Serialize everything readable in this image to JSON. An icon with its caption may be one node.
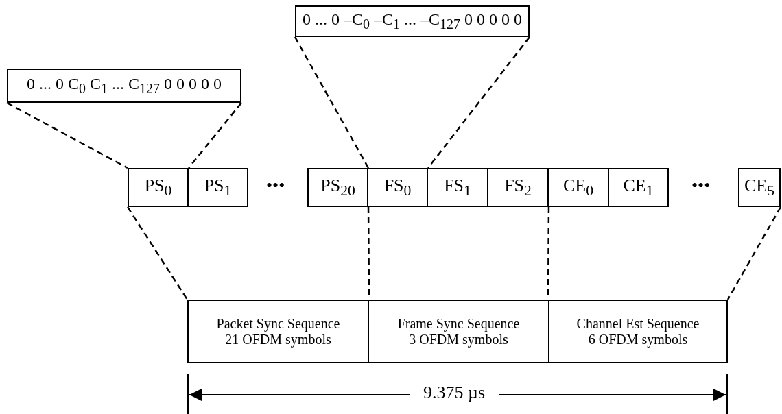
{
  "diagram": {
    "nodes": [
      {
        "text": [
          "0 ... 0 C$_{0}$ C$_{1}$ ... C$_{127}$ 0 0 0 0 0"
        ]
      },
      {
        "text": [
          "0 ... 0 –C$_{0}$ –C$_{1}$ ... –C$_{127}$ 0 0 0 0 0"
        ]
      },
      {
        "text": [
          "PS$_{0}$"
        ]
      },
      {
        "text": [
          "PS$_{1}$"
        ]
      },
      {
        "text": [
          "PS$_{20}$"
        ]
      },
      {
        "text": [
          "FS$_{0}$"
        ]
      },
      {
        "text": [
          "FS$_{1}$"
        ]
      },
      {
        "text": [
          "FS$_{2}$"
        ]
      },
      {
        "text": [
          "CE$_{0}$"
        ]
      },
      {
        "text": [
          "CE$_{1}$"
        ]
      },
      {
        "text": [
          "CE$_{5}$"
        ]
      },
      {
        "text": [
          "Packet Sync Sequence",
          "21 OFDM symbols"
        ]
      },
      {
        "text": [
          "Frame Sync Sequence",
          "3 OFDM symbols"
        ]
      },
      {
        "text": [
          "Channel Est Sequence",
          "6 OFDM symbols"
        ]
      }
    ],
    "edges": [
      {
        "from": 0,
        "to": 2,
        "arrow": "none",
        "style": "dashed"
      },
      {
        "from": 0,
        "to": 2,
        "arrow": "none",
        "style": "dashed"
      },
      {
        "from": 1,
        "to": 4,
        "arrow": "none",
        "style": "dashed"
      },
      {
        "from": 1,
        "to": 5,
        "arrow": "none",
        "style": "dashed"
      },
      {
        "from": 2,
        "to": 11,
        "arrow": "none",
        "style": "dashed"
      },
      {
        "from": 4,
        "to": 11,
        "arrow": "none",
        "style": "dashed"
      },
      {
        "from": 7,
        "to": 13,
        "arrow": "none",
        "style": "dashed"
      },
      {
        "from": 10,
        "to": 13,
        "arrow": "none",
        "style": "dashed"
      }
    ],
    "labels": [
      "•••",
      "•••",
      "9.375 µs"
    ]
  }
}
